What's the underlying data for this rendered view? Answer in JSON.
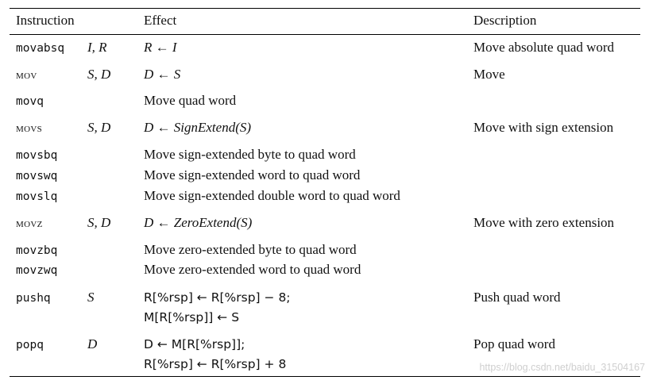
{
  "headers": {
    "instruction": "Instruction",
    "effect": "Effect",
    "description": "Description"
  },
  "rows": [
    {
      "instr": "movabsq",
      "ops": "I, R",
      "effect1": "R ← I",
      "desc": "Move absolute quad word"
    },
    {
      "instr": "mov",
      "ops": "S, D",
      "effect1": "D ← S",
      "desc": "Move"
    },
    {
      "instr": "movq",
      "effect1": "Move quad word"
    },
    {
      "instr": "movs",
      "ops": "S, D",
      "effect1": "D ← SignExtend(S)",
      "desc": "Move with sign extension"
    },
    {
      "instr": "movsbq",
      "effect1": "Move sign-extended byte to quad word"
    },
    {
      "instr": "movswq",
      "effect1": "Move sign-extended word to quad word"
    },
    {
      "instr": "movslq",
      "effect1": "Move sign-extended double word to quad word"
    },
    {
      "instr": "movz",
      "ops": "S, D",
      "effect1": "D ← ZeroExtend(S)",
      "desc": "Move with zero extension"
    },
    {
      "instr": "movzbq",
      "effect1": "Move zero-extended byte to quad word"
    },
    {
      "instr": "movzwq",
      "effect1": "Move zero-extended word to quad word"
    },
    {
      "instr": "pushq",
      "ops": "S",
      "effect1": "R[%rsp] ← R[%rsp] − 8;",
      "effect2": "M[R[%rsp]] ← S",
      "desc": "Push quad word"
    },
    {
      "instr": "popq",
      "ops": "D",
      "effect1": "D ← M[R[%rsp]];",
      "effect2": "R[%rsp] ← R[%rsp] + 8",
      "desc": "Pop quad word"
    }
  ],
  "watermark": "https://blog.csdn.net/baidu_31504167"
}
